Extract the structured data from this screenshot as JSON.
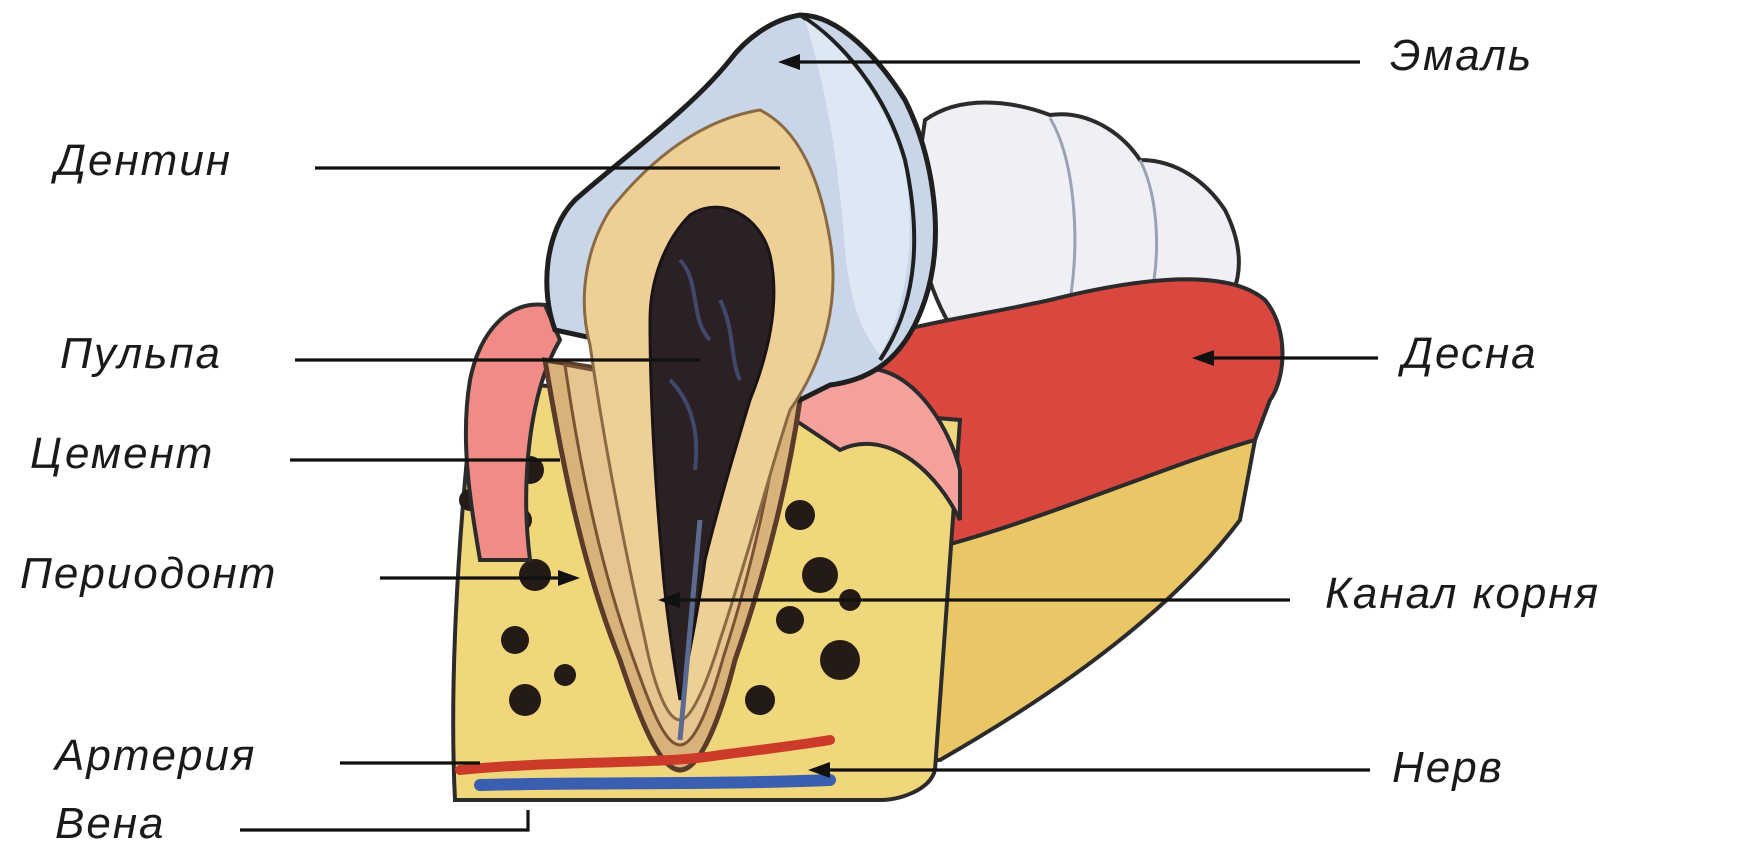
{
  "labels": {
    "enamel": "Эмаль",
    "dentin": "Дентин",
    "pulp": "Пульпа",
    "gum": "Десна",
    "cement": "Цемент",
    "periodont": "Периодонт",
    "root_canal": "Канал корня",
    "artery": "Артерия",
    "nerve": "Нерв",
    "vein": "Вена"
  },
  "colors": {
    "enamel": "#c8d4e6",
    "dentin": "#eccd93",
    "pulp": "#2a1f22",
    "gum": "#d94a45",
    "gum_light": "#f08a85",
    "bone": "#f0d67a",
    "artery": "#cc3b2a",
    "vein": "#3b5fb0",
    "line": "#111111"
  }
}
